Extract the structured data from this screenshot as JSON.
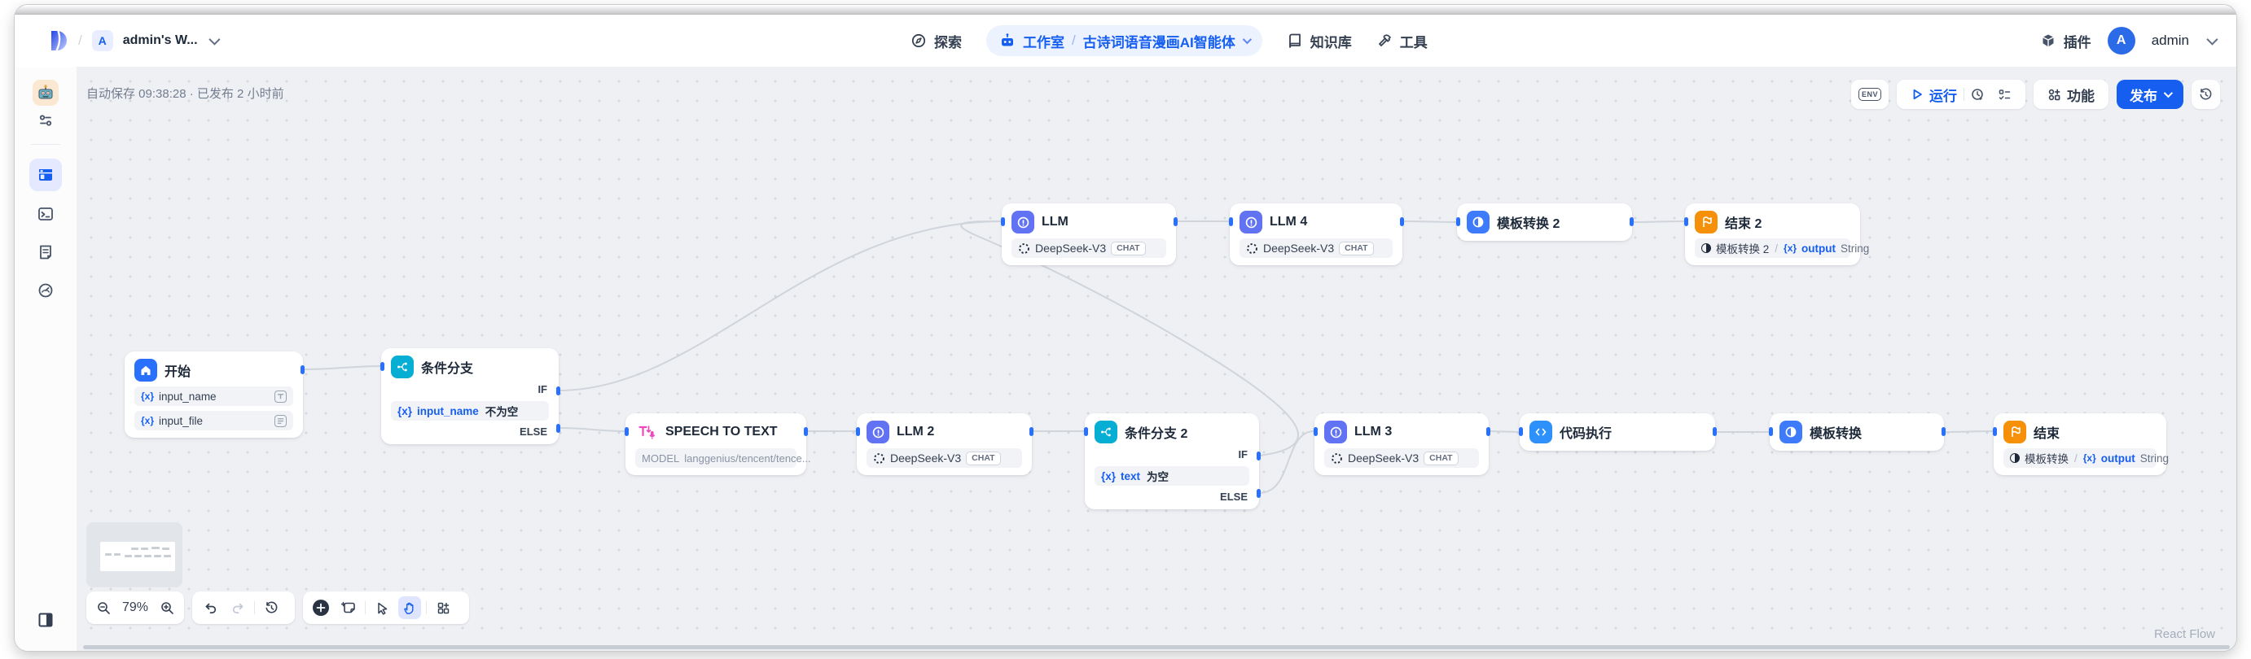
{
  "colors": {
    "accent_blue": "#155eef",
    "node_llm_purple": "#6172f3",
    "node_ifelse_teal": "#06aed4",
    "node_code_blue": "#2e90fa",
    "node_template_blue": "#3e7bfa",
    "node_end_orange": "#f79009",
    "node_stt_pink": "#ee46bc",
    "edge_gray": "#d0d4db",
    "handle_blue": "#2970ff"
  },
  "header": {
    "sep": "/",
    "workspace_initial": "A",
    "workspace_name": "admin's W...",
    "explore": "探索",
    "studio": "工作室",
    "app_name": "古诗词语音漫画AI智能体",
    "knowledge": "知识库",
    "tools": "工具",
    "plugins": "插件",
    "user_initial": "A",
    "user_name": "admin"
  },
  "statusbar": {
    "autosave": "自动保存 09:38:28 · 已发布 2 小时前"
  },
  "toolbar": {
    "env": "ENV",
    "run": "运行",
    "features": "功能",
    "publish": "发布"
  },
  "controls": {
    "zoom_level": "79%"
  },
  "watermark": "React Flow",
  "glyphs": {
    "vx": "{x}",
    "code": "</>"
  },
  "nodes": {
    "start": {
      "title": "开始",
      "vars": [
        "input_name",
        "input_file"
      ]
    },
    "if1": {
      "title": "条件分支",
      "if": "IF",
      "else": "ELSE",
      "var": "input_name",
      "op": "不为空"
    },
    "stt": {
      "title": "SPEECH TO TEXT",
      "model_label": "MODEL",
      "model": "langgenius/tencent/tence..."
    },
    "llm2": {
      "title": "LLM 2",
      "model": "DeepSeek-V3",
      "mode": "CHAT"
    },
    "if2": {
      "title": "条件分支 2",
      "if": "IF",
      "else": "ELSE",
      "var": "text",
      "op": "为空"
    },
    "llm3": {
      "title": "LLM 3",
      "model": "DeepSeek-V3",
      "mode": "CHAT"
    },
    "code": {
      "title": "代码执行"
    },
    "tpl1": {
      "title": "模板转换"
    },
    "end1": {
      "title": "结束",
      "ref": "模板转换",
      "sep": "/",
      "var": "output",
      "type": "String"
    },
    "llm1": {
      "title": "LLM",
      "model": "DeepSeek-V3",
      "mode": "CHAT"
    },
    "llm4": {
      "title": "LLM 4",
      "model": "DeepSeek-V3",
      "mode": "CHAT"
    },
    "tpl2": {
      "title": "模板转换 2"
    },
    "end2": {
      "title": "结束 2",
      "ref": "模板转换 2",
      "sep": "/",
      "var": "output",
      "type": "String"
    }
  }
}
